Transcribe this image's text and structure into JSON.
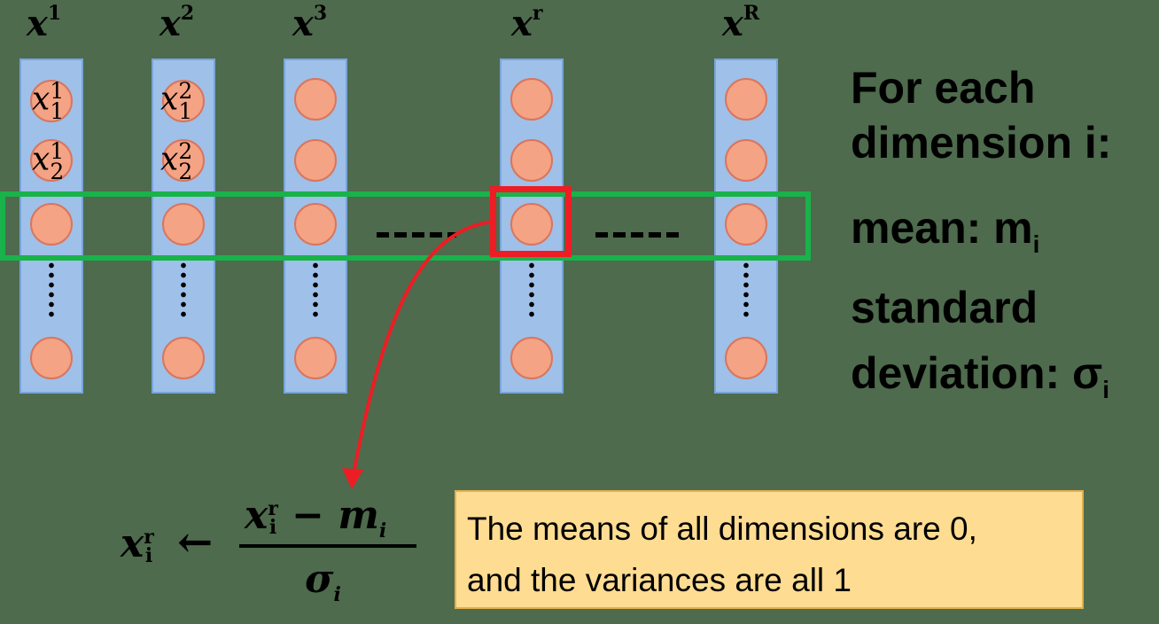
{
  "colors": {
    "background": "#4e6b4d",
    "column_fill": "#9fc0e8",
    "node_fill": "#f4a384",
    "highlight_row": "#19b24b",
    "highlight_cell": "#ee1c24",
    "arrow": "#ee1c24",
    "note_fill": "#fedc92"
  },
  "columns": [
    {
      "label": "x",
      "sup": "1",
      "elements": [
        {
          "base": "x",
          "sub": "1",
          "sup": "1"
        },
        {
          "base": "x",
          "sub": "2",
          "sup": "1"
        }
      ]
    },
    {
      "label": "x",
      "sup": "2",
      "elements": [
        {
          "base": "x",
          "sub": "1",
          "sup": "2"
        },
        {
          "base": "x",
          "sub": "2",
          "sup": "2"
        }
      ]
    },
    {
      "label": "x",
      "sup": "3"
    },
    {
      "label": "x",
      "sup": "r"
    },
    {
      "label": "x",
      "sup": "R"
    }
  ],
  "side_text": {
    "line1": "For each",
    "line2": "dimension i:",
    "line3": "mean: m",
    "line3_sub": "i",
    "line4": "standard",
    "line5": "deviation: σ",
    "line5_sub": "i"
  },
  "formula": {
    "lhs": "x",
    "lhs_sup": "r",
    "lhs_sub": "i",
    "arrow": "←",
    "num_base": "x",
    "num_sup": "r",
    "num_sub": "i",
    "minus": "−",
    "num_mean": "m",
    "num_mean_sub": "i",
    "den": "σ",
    "den_sub": "i"
  },
  "note": {
    "line1": "The means of all dimensions are 0,",
    "line2": "and the variances are all 1"
  },
  "icons": [
    "node-circle",
    "vertical-ellipsis",
    "horizontal-ellipsis",
    "curved-arrow"
  ]
}
